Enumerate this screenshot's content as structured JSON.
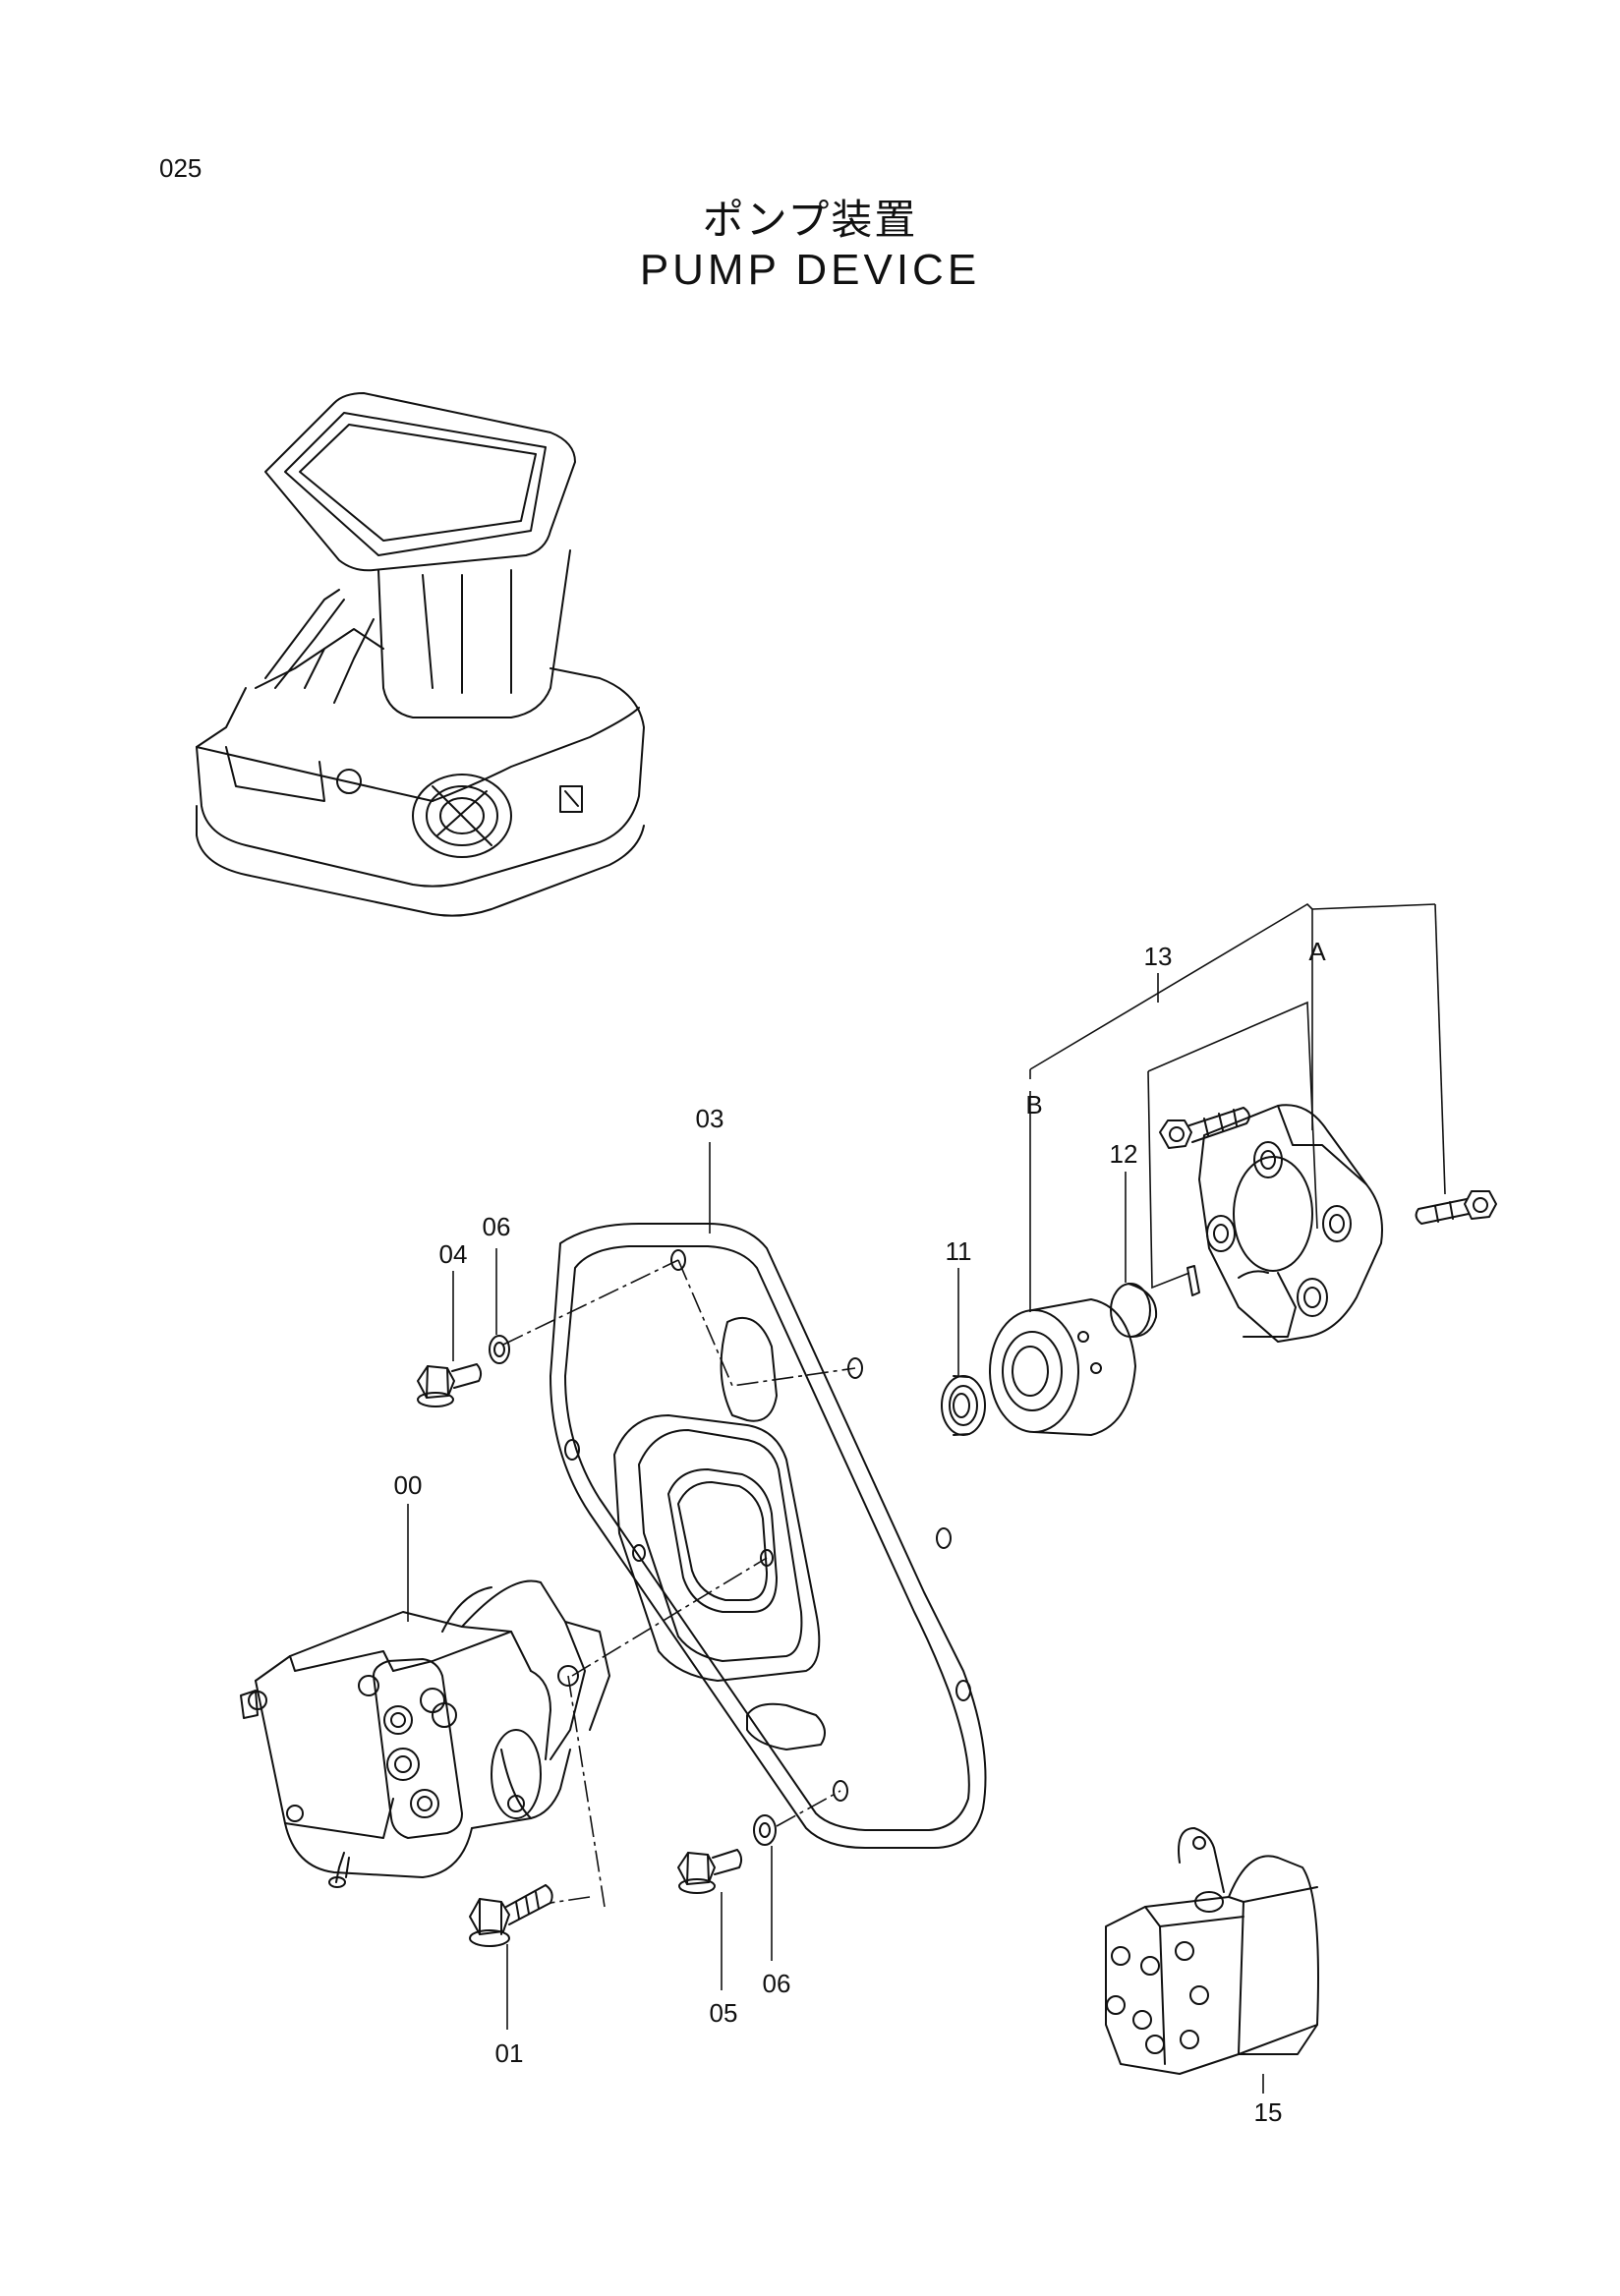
{
  "page_number": "025",
  "title_jp": "ポンプ装置",
  "title_en": "PUMP DEVICE",
  "callouts": {
    "p00": "00",
    "p01": "01",
    "p03": "03",
    "p04": "04",
    "p05": "05",
    "p06_top": "06",
    "p06_bottom": "06",
    "p11": "11",
    "p12": "12",
    "p13": "13",
    "p15": "15",
    "ref_a": "A",
    "ref_b": "B"
  }
}
